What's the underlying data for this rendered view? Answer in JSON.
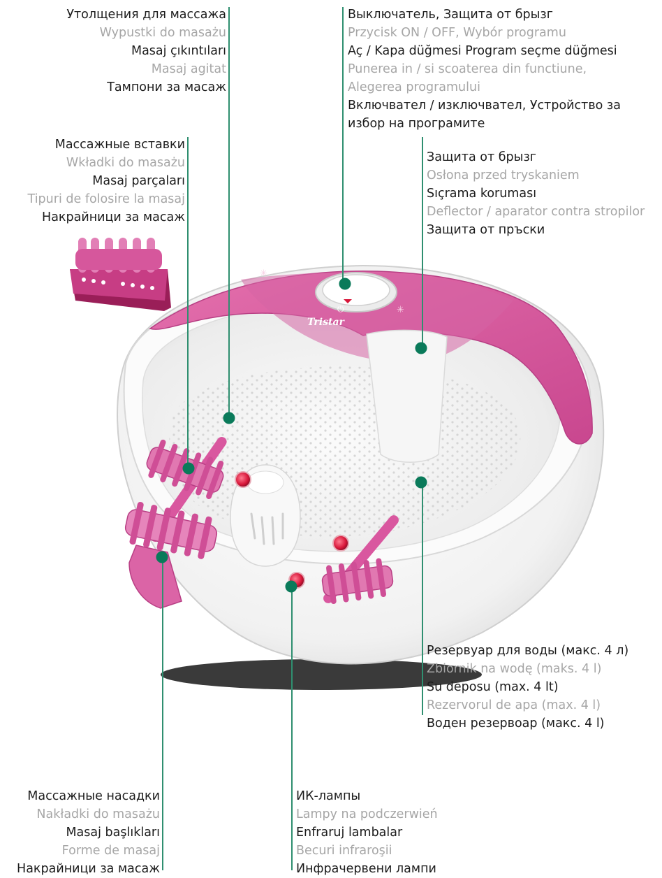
{
  "callouts": {
    "massage_bumps": [
      "Утолщения для массажа",
      "Wypustki do masażu",
      "Masaj çıkıntıları",
      "Masaj agitat",
      "Тампони за масаж"
    ],
    "power_switch": [
      "Выключатель, Защита от брызг",
      "Przycisk ON / OFF, Wybór programu",
      "Aç / Kapa düğmesi Program seçme düğmesi",
      "Punerea in / si scoaterea din functiune,",
      "Alegerea programului",
      "Включвател / изключвател, Устройство за",
      "избор на програмите"
    ],
    "massage_inserts": [
      "Массажные вставки",
      "Wkładki do masażu",
      "Masaj parçaları",
      "Tipuri de folosire la masaj",
      "Накрайници за масаж"
    ],
    "splash_guard": [
      "Защита от брызг",
      "Osłona przed tryskaniem",
      "Sıçrama koruması",
      "Deflector / aparator contra stropilor",
      "Защита от пръски"
    ],
    "water_tank": [
      "Резервуар для воды (макс. 4 л)",
      "Zbiornik na wodę (maks. 4 l)",
      "Su deposu (max. 4 lt)",
      "Rezervorul de apa (max. 4 l)",
      "Воден резервоар (макс. 4 l)"
    ],
    "massage_attachments": [
      "Массажные насадки",
      "Nakładki do masażu",
      "Masaj başlıkları",
      "Forme de masaj",
      "Накрайници за масаж"
    ],
    "ir_lamps": [
      "ИК-лампы",
      "Lampy na podczerwień",
      "Enfraruj lambalar",
      "Becuri infraroşii",
      "Инфрачервени лампи"
    ]
  },
  "device": {
    "brand": "Tristar"
  },
  "colors": {
    "leader": "#0a7a5a",
    "pink": "#d9579f",
    "pink_dark": "#b83f84",
    "ir_lamp": "#d8173a",
    "label_dark": "#1c1c1c",
    "label_light": "#a6a6a6"
  }
}
